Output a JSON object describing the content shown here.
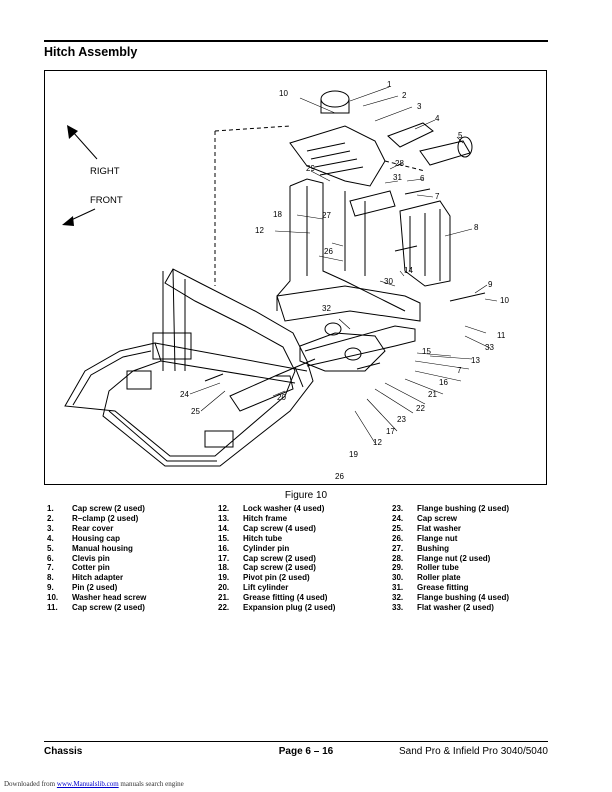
{
  "section_title": "Hitch Assembly",
  "figure": {
    "caption": "Figure 10",
    "direction_labels": {
      "right": "RIGHT",
      "front": "FRONT"
    },
    "callouts": [
      "1",
      "2",
      "3",
      "4",
      "5",
      "6",
      "7",
      "7",
      "8",
      "9",
      "10",
      "10",
      "11",
      "12",
      "12",
      "13",
      "14",
      "15",
      "16",
      "17",
      "18",
      "19",
      "20",
      "21",
      "22",
      "23",
      "24",
      "25",
      "26",
      "26",
      "27",
      "28",
      "29",
      "30",
      "31",
      "32",
      "33"
    ]
  },
  "legend": {
    "col1": [
      {
        "num": "1.",
        "text": "Cap screw (2 used)"
      },
      {
        "num": "2.",
        "text": "R–clamp (2 used)"
      },
      {
        "num": "3.",
        "text": "Rear cover"
      },
      {
        "num": "4.",
        "text": "Housing cap"
      },
      {
        "num": "5.",
        "text": "Manual housing"
      },
      {
        "num": "6.",
        "text": "Clevis pin"
      },
      {
        "num": "7.",
        "text": "Cotter pin"
      },
      {
        "num": "8.",
        "text": "Hitch adapter"
      },
      {
        "num": "9.",
        "text": "Pin (2 used)"
      },
      {
        "num": "10.",
        "text": "Washer head screw"
      },
      {
        "num": "11.",
        "text": "Cap screw (2 used)"
      }
    ],
    "col2": [
      {
        "num": "12.",
        "text": "Lock washer (4 used)"
      },
      {
        "num": "13.",
        "text": "Hitch frame"
      },
      {
        "num": "14.",
        "text": "Cap screw (4 used)"
      },
      {
        "num": "15.",
        "text": "Hitch tube"
      },
      {
        "num": "16.",
        "text": "Cylinder pin"
      },
      {
        "num": "17.",
        "text": "Cap screw (2 used)"
      },
      {
        "num": "18.",
        "text": "Cap screw (2 used)"
      },
      {
        "num": "19.",
        "text": "Pivot pin (2 used)"
      },
      {
        "num": "20.",
        "text": "Lift cylinder"
      },
      {
        "num": "21.",
        "text": "Grease fitting (4 used)"
      },
      {
        "num": "22.",
        "text": "Expansion plug (2 used)"
      }
    ],
    "col3": [
      {
        "num": "23.",
        "text": "Flange bushing (2 used)"
      },
      {
        "num": "24.",
        "text": "Cap screw"
      },
      {
        "num": "25.",
        "text": "Flat washer"
      },
      {
        "num": "26.",
        "text": "Flange nut"
      },
      {
        "num": "27.",
        "text": "Bushing"
      },
      {
        "num": "28.",
        "text": "Flange nut (2 used)"
      },
      {
        "num": "29.",
        "text": "Roller tube"
      },
      {
        "num": "30.",
        "text": "Roller plate"
      },
      {
        "num": "31.",
        "text": "Grease fitting"
      },
      {
        "num": "32.",
        "text": "Flange bushing (4 used)"
      },
      {
        "num": "33.",
        "text": "Flat washer (2 used)"
      }
    ]
  },
  "footer": {
    "left": "Chassis",
    "center": "Page 6 – 16",
    "right": "Sand Pro & Infield Pro 3040/5040"
  },
  "download_note": {
    "prefix": "Downloaded from ",
    "link": "www.Manualslib.com",
    "suffix": " manuals search engine"
  }
}
